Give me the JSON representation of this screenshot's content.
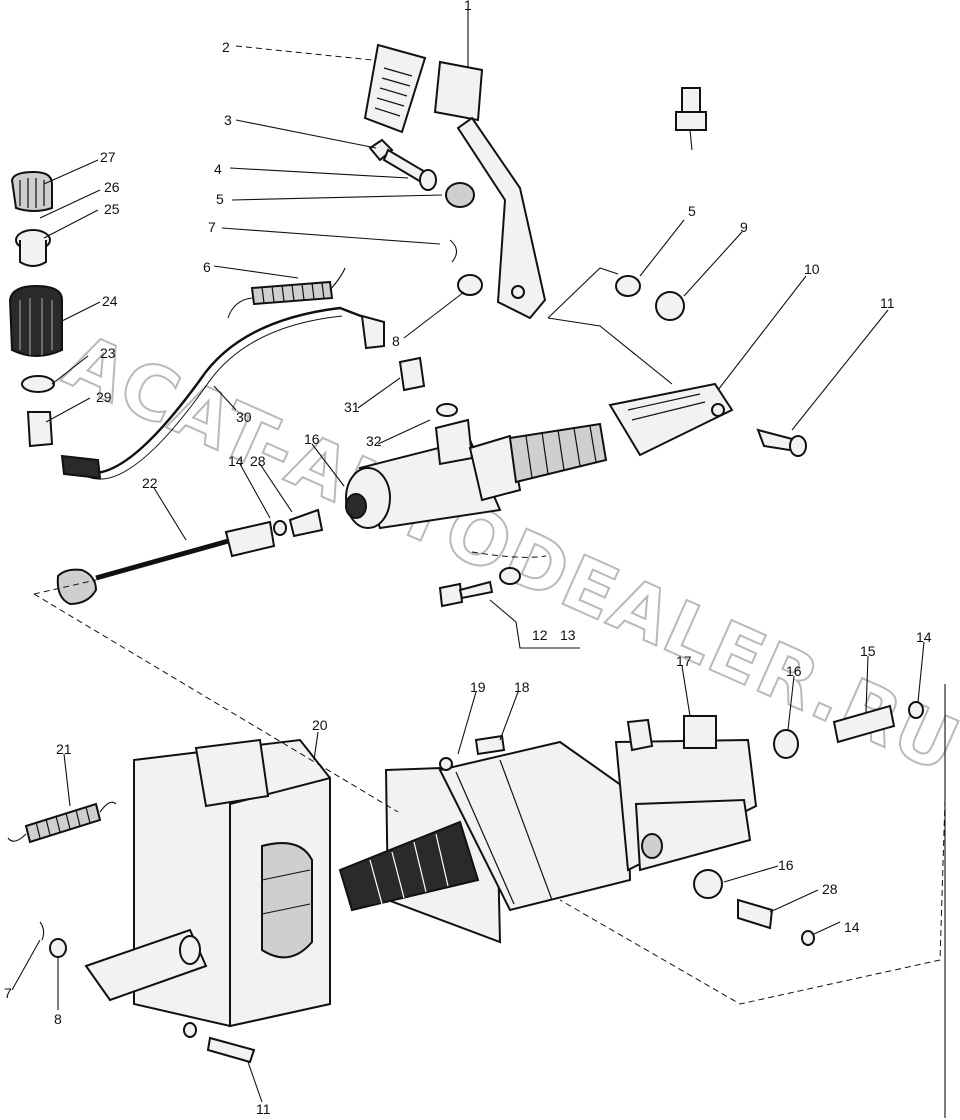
{
  "watermark": "ACAT-AUTODEALER.RU",
  "callouts": [
    {
      "id": "c1",
      "text": "1"
    },
    {
      "id": "c2",
      "text": "2"
    },
    {
      "id": "c3",
      "text": "3"
    },
    {
      "id": "c4",
      "text": "4"
    },
    {
      "id": "c5a",
      "text": "5"
    },
    {
      "id": "c5b",
      "text": "5"
    },
    {
      "id": "c6",
      "text": "6"
    },
    {
      "id": "c7a",
      "text": "7"
    },
    {
      "id": "c7b",
      "text": "7"
    },
    {
      "id": "c8a",
      "text": "8"
    },
    {
      "id": "c8b",
      "text": "8"
    },
    {
      "id": "c9",
      "text": "9"
    },
    {
      "id": "c10",
      "text": "10"
    },
    {
      "id": "c11a",
      "text": "11"
    },
    {
      "id": "c11b",
      "text": "11"
    },
    {
      "id": "c12",
      "text": "12"
    },
    {
      "id": "c13",
      "text": "13"
    },
    {
      "id": "c14a",
      "text": "14"
    },
    {
      "id": "c14b",
      "text": "14"
    },
    {
      "id": "c14c",
      "text": "14"
    },
    {
      "id": "c15",
      "text": "15"
    },
    {
      "id": "c16a",
      "text": "16"
    },
    {
      "id": "c16b",
      "text": "16"
    },
    {
      "id": "c16c",
      "text": "16"
    },
    {
      "id": "c17",
      "text": "17"
    },
    {
      "id": "c18",
      "text": "18"
    },
    {
      "id": "c19",
      "text": "19"
    },
    {
      "id": "c20",
      "text": "20"
    },
    {
      "id": "c21",
      "text": "21"
    },
    {
      "id": "c22",
      "text": "22"
    },
    {
      "id": "c23",
      "text": "23"
    },
    {
      "id": "c24",
      "text": "24"
    },
    {
      "id": "c25",
      "text": "25"
    },
    {
      "id": "c26",
      "text": "26"
    },
    {
      "id": "c27",
      "text": "27"
    },
    {
      "id": "c28a",
      "text": "28"
    },
    {
      "id": "c28b",
      "text": "28"
    },
    {
      "id": "c29",
      "text": "29"
    },
    {
      "id": "c30",
      "text": "30"
    },
    {
      "id": "c31",
      "text": "31"
    },
    {
      "id": "c32",
      "text": "32"
    }
  ]
}
